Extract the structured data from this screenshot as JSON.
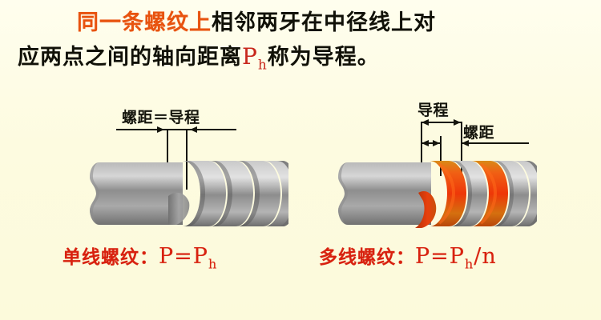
{
  "slide": {
    "background_color": "#fdfce3",
    "title": {
      "line1_highlight": "同一条螺纹上",
      "line1_rest": "相邻两牙在中径线上对",
      "line2_before": "应两点之间的轴向距离",
      "line2_symbol": "P",
      "line2_symbol_sub": "h",
      "line2_after": "称为导程。",
      "highlight_color": "#e8530f",
      "text_color": "#111108",
      "symbol_color": "#c8281c"
    },
    "left_figure": {
      "name": "single-start-screw",
      "dimension_label": "螺距＝导程",
      "caption_text": "单线螺纹：",
      "caption_formula": "P=P",
      "caption_formula_sub": "h",
      "thread_color": "#9a9a9a",
      "starts": 1
    },
    "right_figure": {
      "name": "multi-start-screw",
      "lead_label": "导程",
      "pitch_label": "螺距",
      "caption_text": "多线螺纹：",
      "caption_formula_pre": "P=P",
      "caption_formula_sub": "h",
      "caption_formula_post": "/n",
      "thread_color": "#9a9a9a",
      "highlight_thread_color": "#e8400c",
      "starts": 2
    },
    "caption_color": "#d8210f",
    "annotation_color": "#14140c"
  }
}
